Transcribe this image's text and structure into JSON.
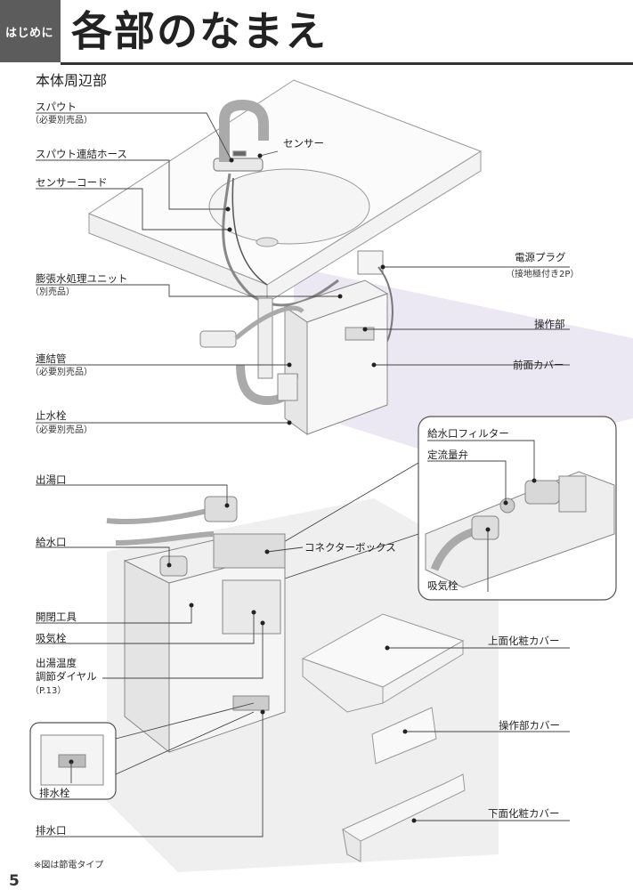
{
  "header": {
    "tab_label": "はじめに",
    "title": "各部のなまえ"
  },
  "section_title": "本体周辺部",
  "labels": {
    "spout": "スパウト",
    "spout_note": "（必要別売品）",
    "sensor": "センサー",
    "spout_hose": "スパウト連結ホース",
    "sensor_cord": "センサーコード",
    "power_plug": "電源プラグ",
    "power_plug_note": "（接地極付き2P）",
    "expansion_unit": "膨張水処理ユニット",
    "expansion_unit_note": "（別売品）",
    "control_unit": "操作部",
    "connect_pipe": "連結管",
    "connect_pipe_note": "（必要別売品）",
    "front_cover": "前面カバー",
    "stop_valve": "止水栓",
    "stop_valve_note": "（必要別売品）",
    "inlet_filter": "給水口フィルター",
    "flow_valve": "定流量弁",
    "suction_valve_zoom": "吸気栓",
    "hot_outlet": "出湯口",
    "water_inlet": "給水口",
    "connector_box": "コネクターボックス",
    "open_close_tool": "開閉工具",
    "suction_valve": "吸気栓",
    "temp_dial_1": "出湯温度",
    "temp_dial_2": "調節ダイヤル",
    "temp_dial_ref": "（P.13）",
    "top_cover": "上面化粧カバー",
    "control_cover": "操作部カバー",
    "drain_plug": "排水栓",
    "bottom_cover": "下面化粧カバー",
    "drain_outlet": "排水口"
  },
  "footnote": "※図は節電タイプ",
  "page_number": "5",
  "colors": {
    "tab_bg": "#5c5c5c",
    "shadow": "#e6e6ec",
    "accent_shadow": "#ece8f5"
  }
}
